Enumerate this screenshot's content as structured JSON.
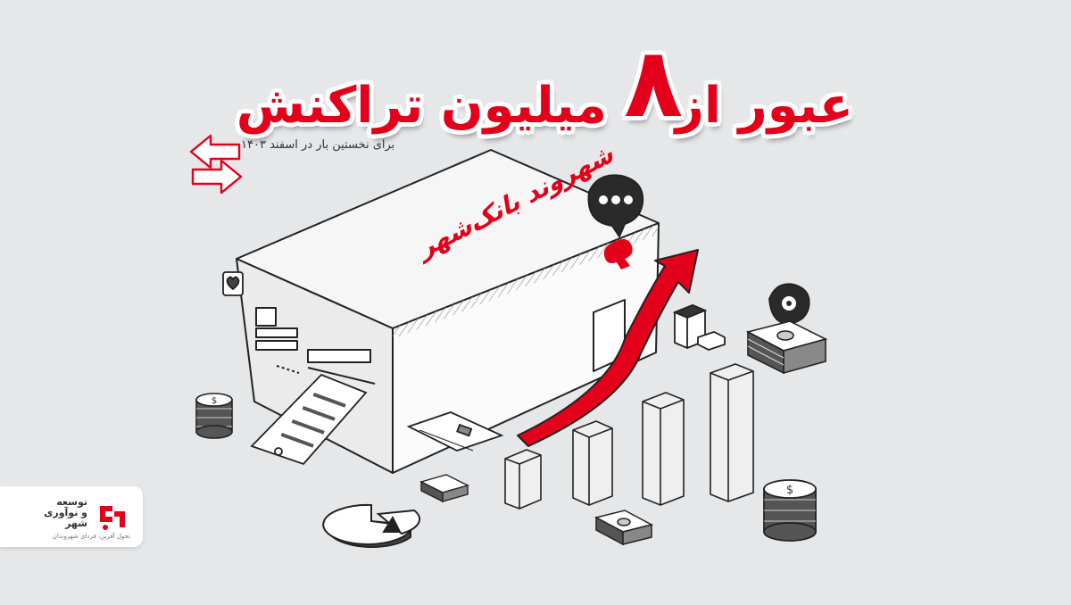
{
  "headline": {
    "part1": "عبور از",
    "number": "۸",
    "part2": "میلیون تراکنش"
  },
  "subtitle": "برای نخستین بار در اسفند ۱۴۰۳",
  "box": {
    "label": "شهروند بانک‌شهر"
  },
  "brand": {
    "name": "توسعه\nو نوآوری\nشهر",
    "tagline": "تحول آفرین، فردای شهروندان"
  },
  "colors": {
    "accent": "#e2001a",
    "background": "#e6e7e9",
    "outline": "#222222"
  },
  "icons": [
    "exchange-arrows-icon",
    "chat-bubble-icon",
    "location-pin-icon",
    "coin-stack-icon",
    "cash-stack-icon",
    "pie-chart-icon",
    "growth-arrow-icon",
    "bank-card-icon",
    "receipt-icon",
    "calculator-icon"
  ]
}
